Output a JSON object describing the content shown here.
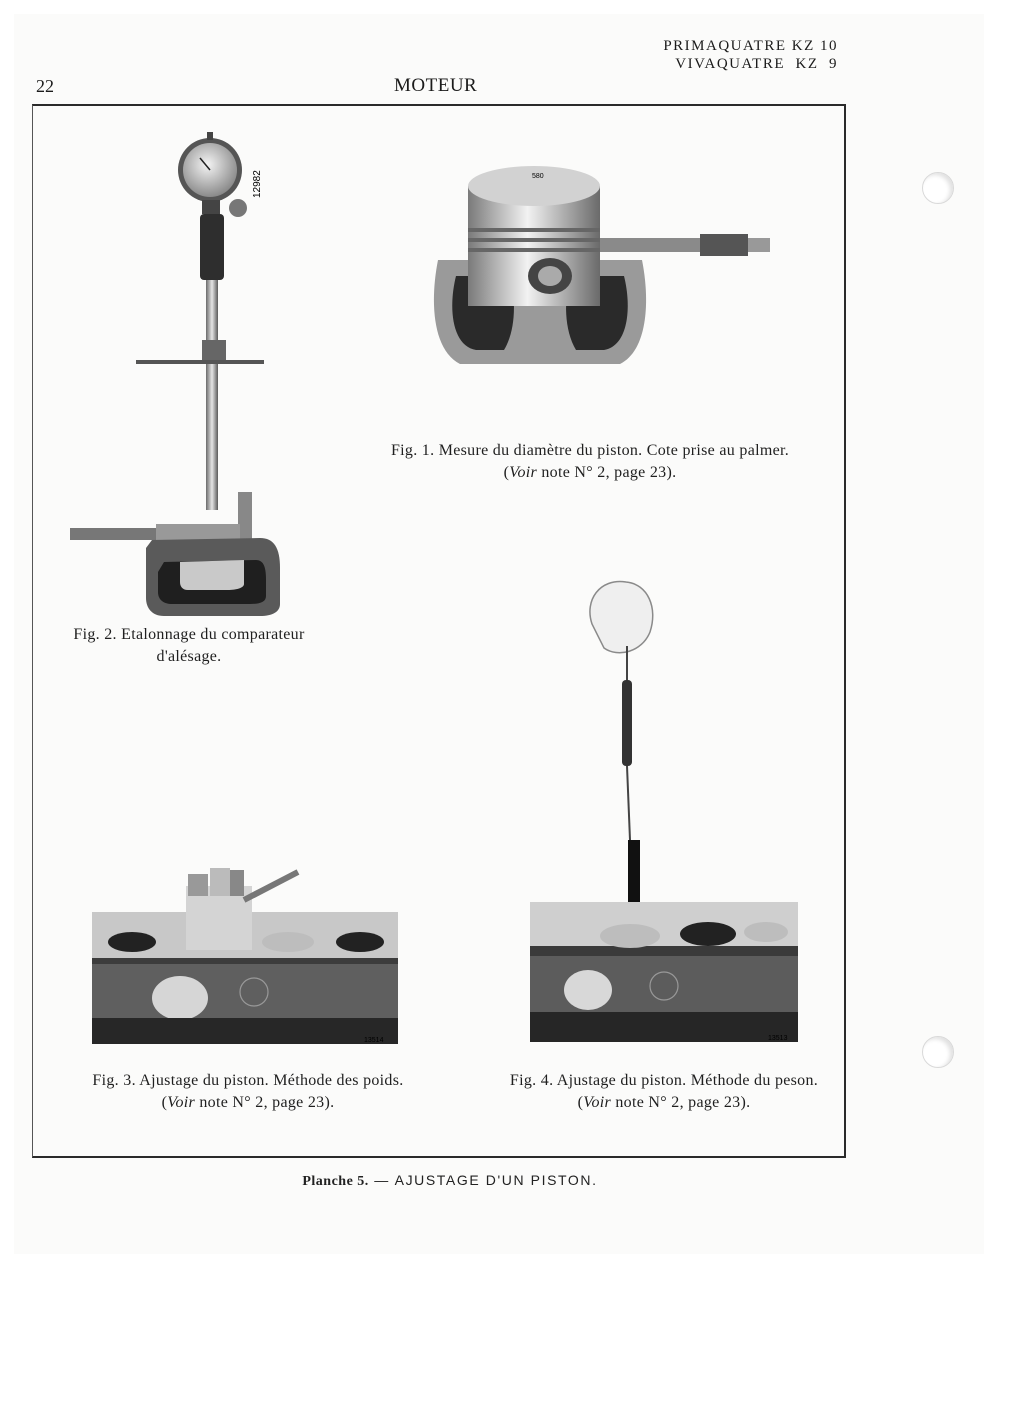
{
  "header": {
    "page_number": "22",
    "section_title": "MOTEUR",
    "models": [
      "PRIMAQUATRE KZ 10",
      "VIVAQUATRE  KZ  9"
    ]
  },
  "figures": {
    "fig1": {
      "caption_line1": "Fig. 1. Mesure du diamètre du piston. Cote prise au palmer.",
      "note_open": "(",
      "note_italic": "Voir",
      "note_rest": " note N° 2, page 23).",
      "engraving": "580"
    },
    "fig2": {
      "caption_line1": "Fig. 2. Etalonnage du comparateur",
      "caption_line2": "d'alésage.",
      "photo_number": "12982"
    },
    "fig3": {
      "caption_line1": "Fig. 3. Ajustage du piston. Méthode des poids.",
      "note_open": "(",
      "note_italic": "Voir",
      "note_rest": " note N° 2, page 23).",
      "photo_number": "13514"
    },
    "fig4": {
      "caption_line1": "Fig. 4. Ajustage du piston. Méthode du peson.",
      "note_open": "(",
      "note_italic": "Voir",
      "note_rest": " note N° 2, page 23).",
      "photo_number": "13513"
    }
  },
  "plate_caption": {
    "label": "Planche 5.",
    "dash": " — ",
    "title": "AJUSTAGE D'UN PISTON."
  }
}
